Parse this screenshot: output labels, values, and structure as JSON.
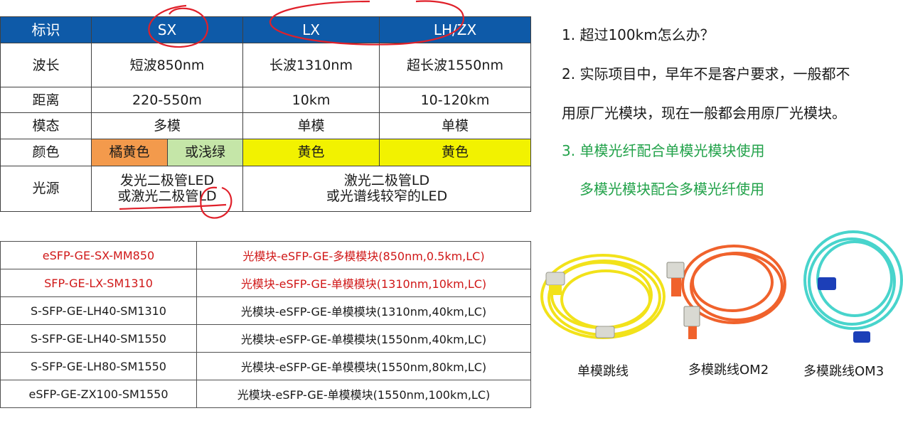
{
  "spec_table": {
    "headers": [
      "标识",
      "SX",
      "LX",
      "LH/ZX"
    ],
    "wavelength": {
      "label": "波长",
      "sx": "短波850nm",
      "lx": "长波1310nm",
      "lh": "超长波1550nm"
    },
    "distance": {
      "label": "距离",
      "sx": "220-550m",
      "lx": "10km",
      "lh": "10-120km"
    },
    "mode": {
      "label": "模态",
      "sx": "多模",
      "lx": "单模",
      "lh": "单模"
    },
    "color": {
      "label": "颜色",
      "sx_a": "橘黄色",
      "sx_b": "或浅绿",
      "lx": "黄色",
      "lh": "黄色"
    },
    "source": {
      "label": "光源",
      "sx_line1": "发光二极管LED",
      "sx_line2": "或激光二极管LD",
      "lx_lh_line1": "激光二极管LD",
      "lx_lh_line2": "或光谱线较窄的LED"
    }
  },
  "module_table": {
    "rows": [
      {
        "model": "eSFP-GE-SX-MM850",
        "desc": "光模块-eSFP-GE-多模模块(850nm,0.5km,LC)",
        "highlight": true
      },
      {
        "model": "SFP-GE-LX-SM1310",
        "desc": "光模块-eSFP-GE-单模模块(1310nm,10km,LC)",
        "highlight": true
      },
      {
        "model": "S-SFP-GE-LH40-SM1310",
        "desc": "光模块-eSFP-GE-单模模块(1310nm,40km,LC)",
        "highlight": false
      },
      {
        "model": "S-SFP-GE-LH40-SM1550",
        "desc": "光模块-eSFP-GE-单模模块(1550nm,40km,LC)",
        "highlight": false
      },
      {
        "model": "S-SFP-GE-LH80-SM1550",
        "desc": "光模块-eSFP-GE-单模模块(1550nm,80km,LC)",
        "highlight": false
      },
      {
        "model": "eSFP-GE-ZX100-SM1550",
        "desc": "光模块-eSFP-GE-单模模块(1550nm,100km,LC)",
        "highlight": false
      }
    ]
  },
  "notes": {
    "q1": "1. 超过100km怎么办？",
    "q2_line1": "2. 实际项目中，早年不是客户要求，一般都不",
    "q2_line2": "用原厂光模块，现在一般都会用原厂光模块。",
    "q3_line1": "3. 单模光纤配合单模光模块使用",
    "q3_line2": "多模光模块配合多模光纤使用"
  },
  "cables": {
    "single_mode": "单模跳线",
    "multi_om2": "多模跳线OM2",
    "multi_om3": "多模跳线OM3"
  },
  "colors": {
    "header_blue": "#0e5aa8",
    "orange": "#f39a4c",
    "light_green": "#c5e6a8",
    "yellow": "#f2f200",
    "red_text": "#d01818",
    "green_text": "#22a24a",
    "annotation_red": "#e0202a",
    "cable_yellow": "#f2e21a",
    "cable_orange": "#f0622c",
    "cable_aqua": "#48d4cc"
  }
}
